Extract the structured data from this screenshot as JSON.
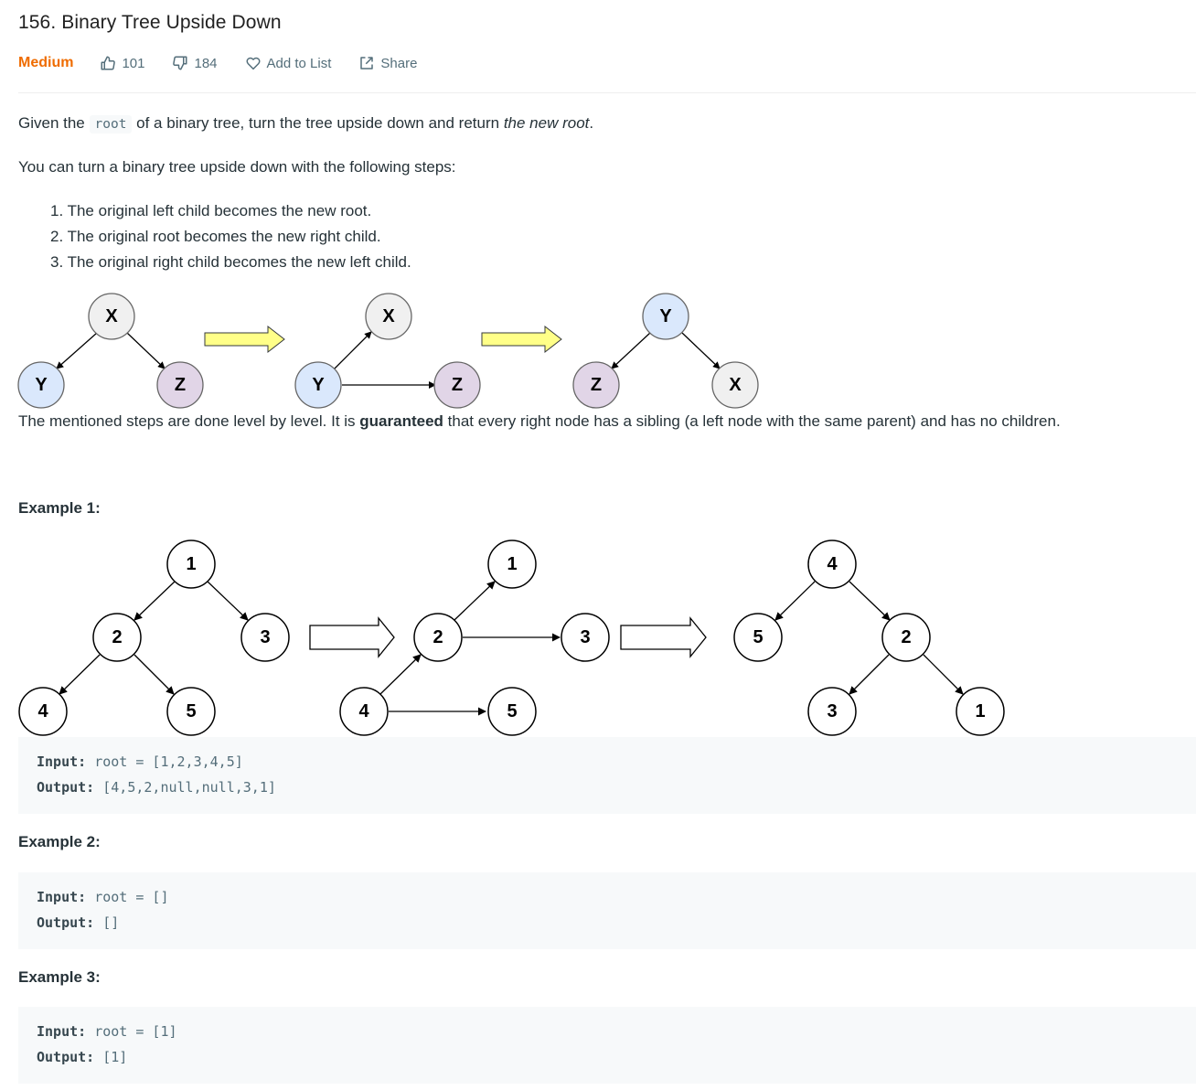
{
  "problem": {
    "title": "156. Binary Tree Upside Down",
    "difficulty": "Medium",
    "likes": "101",
    "dislikes": "184",
    "add_to_list": "Add to List",
    "share": "Share"
  },
  "description": {
    "intro_prefix": "Given the",
    "intro_code": "root",
    "intro_middle": "of a binary tree, turn the tree upside down and return",
    "intro_emph": "the new root",
    "intro_end": ".",
    "steps_intro": "You can turn a binary tree upside down with the following steps:",
    "steps": [
      "1. The original left child becomes the new root.",
      "2. The original root becomes the new right child.",
      "3. The original right child becomes the new left child."
    ],
    "guarantee_prefix": "The mentioned steps are done level by level. It is",
    "guarantee_bold": "guaranteed",
    "guarantee_suffix": "that every right node has a sibling (a left node with the same parent) and has no children."
  },
  "diagram_xyz": {
    "labels": {
      "x": "X",
      "y": "Y",
      "z": "Z"
    },
    "colors": {
      "x_fill": "#f0f0f0",
      "y_fill": "#dae8fc",
      "z_fill": "#e1d5e7",
      "arrow_fill": "#ffff88"
    }
  },
  "example1_diagram": {
    "before": [
      "1",
      "2",
      "3",
      "4",
      "5"
    ],
    "middle": [
      "1",
      "2",
      "3",
      "4",
      "5"
    ],
    "after": [
      "4",
      "5",
      "2",
      "3",
      "1"
    ]
  },
  "examples": [
    {
      "heading": "Example 1:",
      "input_label": "Input:",
      "input_value": "root = [1,2,3,4,5]",
      "output_label": "Output:",
      "output_value": "[4,5,2,null,null,3,1]"
    },
    {
      "heading": "Example 2:",
      "input_label": "Input:",
      "input_value": "root = []",
      "output_label": "Output:",
      "output_value": "[]"
    },
    {
      "heading": "Example 3:",
      "input_label": "Input:",
      "input_value": "root = [1]",
      "output_label": "Output:",
      "output_value": "[1]"
    }
  ]
}
